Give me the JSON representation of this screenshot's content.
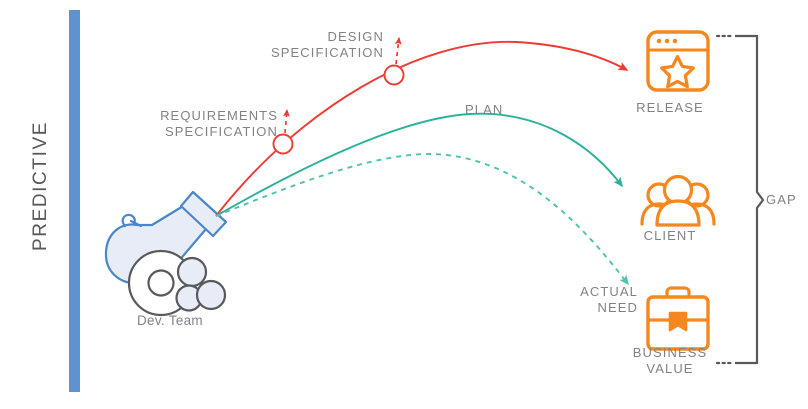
{
  "diagram": {
    "title": "PREDICTIVE",
    "side_label": "PREDICTIVE",
    "source": {
      "icon": "cannon-icon",
      "label": "Dev. Team"
    },
    "milestones": [
      {
        "id": "requirements",
        "label": "REQUIREMENTS\nSPECIFICATION",
        "marker": "circle",
        "color": "#ED1C24"
      },
      {
        "id": "design",
        "label": "DESIGN\nSPECIFICATION",
        "marker": "circle",
        "color": "#ED1C24"
      }
    ],
    "trajectories": [
      {
        "id": "spec-path",
        "label": "",
        "style": "solid",
        "color": "#EE3B33",
        "target": "release"
      },
      {
        "id": "plan-path",
        "label": "PLAN",
        "style": "solid",
        "color": "#2BB09A",
        "target": "client"
      },
      {
        "id": "actual-need-path",
        "label": "ACTUAL\nNEED",
        "style": "dashed",
        "color": "#4FC4A8",
        "target": "business-value"
      }
    ],
    "outcomes": [
      {
        "id": "release",
        "label": "RELEASE",
        "icon": "browser-star-icon",
        "color": "#F5871F"
      },
      {
        "id": "client",
        "label": "CLIENT",
        "icon": "users-group-icon",
        "color": "#F5871F"
      },
      {
        "id": "business-value",
        "label": "BUSINESS\nVALUE",
        "icon": "briefcase-icon",
        "color": "#F5871F"
      }
    ],
    "bracket": {
      "label": "GAP",
      "color": "#58595B"
    },
    "colors": {
      "accent_blue": "#5E92D0",
      "orange": "#F5871F",
      "red": "#EE3B33",
      "green": "#2BB09A",
      "green_light": "#4FC4A8",
      "text_gray": "#808285",
      "dark_gray": "#58595B",
      "cannon_fill": "#E7ECF7",
      "cannon_stroke": "#4A86C8",
      "wheel_stroke": "#58595B"
    }
  }
}
